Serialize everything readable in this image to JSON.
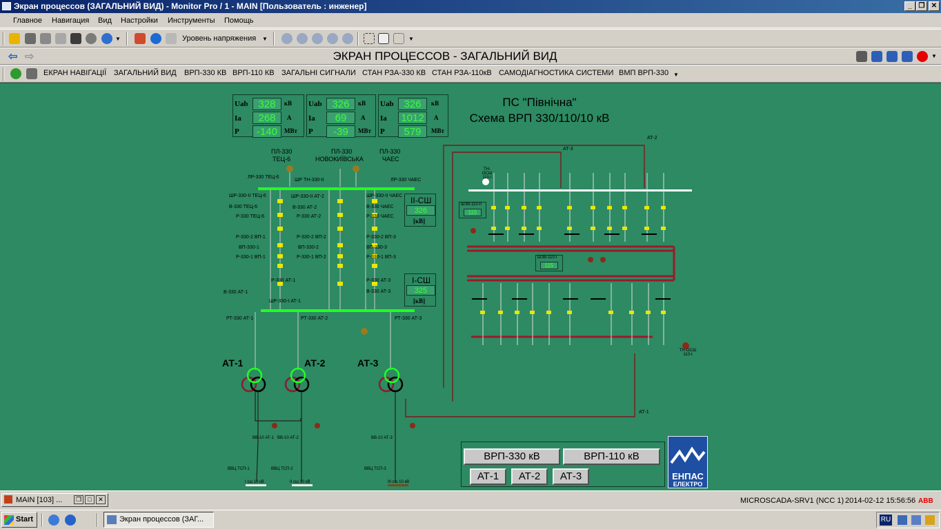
{
  "window": {
    "title": "Экран процессов (ЗАГАЛЬНИЙ ВИД) - Monitor Pro / 1 - MAIN [Пользователь : инженер]"
  },
  "menu": {
    "items": [
      "Главное",
      "Навигация",
      "Вид",
      "Настройки",
      "Инструменты",
      "Помощь"
    ]
  },
  "toolbar": {
    "voltage_label": "Уровень напряжения"
  },
  "header": {
    "screen_title": "ЭКРАН ПРОЦЕССОВ - ЗАГАЛЬНИЙ ВИД"
  },
  "nav": {
    "items": [
      "ЕКРАН НАВІГАЦІЇ",
      "ЗАГАЛЬНИЙ ВИД",
      "ВРП-330 КВ",
      "ВРП-110 КВ",
      "ЗАГАЛЬНІ СИГНАЛИ",
      "СТАН РЗА-330 КВ",
      "СТАН РЗА-110кВ",
      "САМОДІАГНОСТИКА СИСТЕМИ",
      "ВМП ВРП-330"
    ]
  },
  "schema": {
    "station": "ПС \"Північна\"",
    "subtitle": "Схема ВРП 330/110/10 кВ",
    "measure_labels": {
      "uab": "Uab",
      "ia": "Ia",
      "p": "P"
    },
    "measure_units": {
      "kv": "кВ",
      "a": "А",
      "mw": "МВт"
    },
    "panels": [
      {
        "uab": "328",
        "ia": "268",
        "p": "-140"
      },
      {
        "uab": "326",
        "ia": "69",
        "p": "-39"
      },
      {
        "uab": "326",
        "ia": "1012",
        "p": "579"
      }
    ],
    "lines_330": [
      {
        "name": "ПЛ-330",
        "sub": "ТЕЦ-6"
      },
      {
        "name": "ПЛ-330",
        "sub": "НОВОКИЇВСЬКА"
      },
      {
        "name": "ПЛ-330",
        "sub": "ЧАЕС"
      }
    ],
    "bus2": {
      "name": "II-СШ",
      "value": "326",
      "unit": "[кВ]"
    },
    "bus1": {
      "name": "I-СШ",
      "value": "325",
      "unit": "[кВ]"
    },
    "labels_left": [
      "ЛР-330 ТЕЦ-6",
      "ШР-330-II ТЕЦ-6",
      "В-330 ТЕЦ-6",
      "Р-330 ТЕЦ-6",
      "Р-330-2 ВП-1",
      "ВП-330-1",
      "Р-330-1 ВП-1",
      "Р-330 АТ-1",
      "В-330 АТ-1",
      "ШР-330-I АТ-1",
      "РТ-330 АТ-1"
    ],
    "labels_mid": [
      "ШР ТН-330-II",
      "ШР-330-II АТ-2",
      "В-330 АТ-2",
      "Р-330 АТ-2",
      "Р-330-2 ВП-2",
      "ВП-330-2",
      "Р-330-1 ВП-2",
      "РТ-330 АТ-2"
    ],
    "labels_right": [
      "ЛР-330 ЧАЕС",
      "ШР-330-II ЧАЕС",
      "В-330 ЧАЕС",
      "Р-330 ЧАЕС",
      "Р-330-2 ВП-3",
      "ВП-330-3",
      "Р-330-1 ВП-3",
      "Р-330 АТ-3",
      "В-330 АТ-3",
      "РТ-330 АТ-3"
    ],
    "transformers": [
      "АТ-1",
      "АТ-2",
      "АТ-3"
    ],
    "at_links": [
      "АТ-3",
      "АТ-2",
      "АТ-1"
    ],
    "labels_10kv": [
      "ВВ-10 АТ-1",
      "ВВ-10 АТ-2",
      "ВВ-10 АТ-3",
      "ВВЦ ТСП-1",
      "ВВЦ ТСП-2",
      "ВВЦ ТСП-3"
    ],
    "sections_10kv": [
      "I сш 10 кВ",
      "II сш 10 кВ",
      "III сш 10 кВ"
    ],
    "buttons": {
      "vrp330": "ВРП-330 кВ",
      "vrp110": "ВРП-110 кВ",
      "at1": "АТ-1",
      "at2": "АТ-2",
      "at3": "АТ-3"
    },
    "logo": {
      "name": "ЕНПАС",
      "sub": "ЕЛЕКТРО"
    },
    "shzv1": "ШЗВ-110-І",
    "shzv2": "ШЗВ-110-ІІ",
    "shzv_value": "115",
    "tn_osh": "ТН-ОСШ 110-І",
    "tn_osh_top": "ТН-ОСШ 110-І"
  },
  "status": {
    "server": "MICROSCADA-SRV1 (NCC 1)",
    "datetime": "2014-02-12 15:56:56"
  },
  "mdi": {
    "label": "MAIN [103] ..."
  },
  "taskbar": {
    "start": "Start",
    "task": "Экран процессов (ЗАГ...",
    "lang": "RU"
  }
}
